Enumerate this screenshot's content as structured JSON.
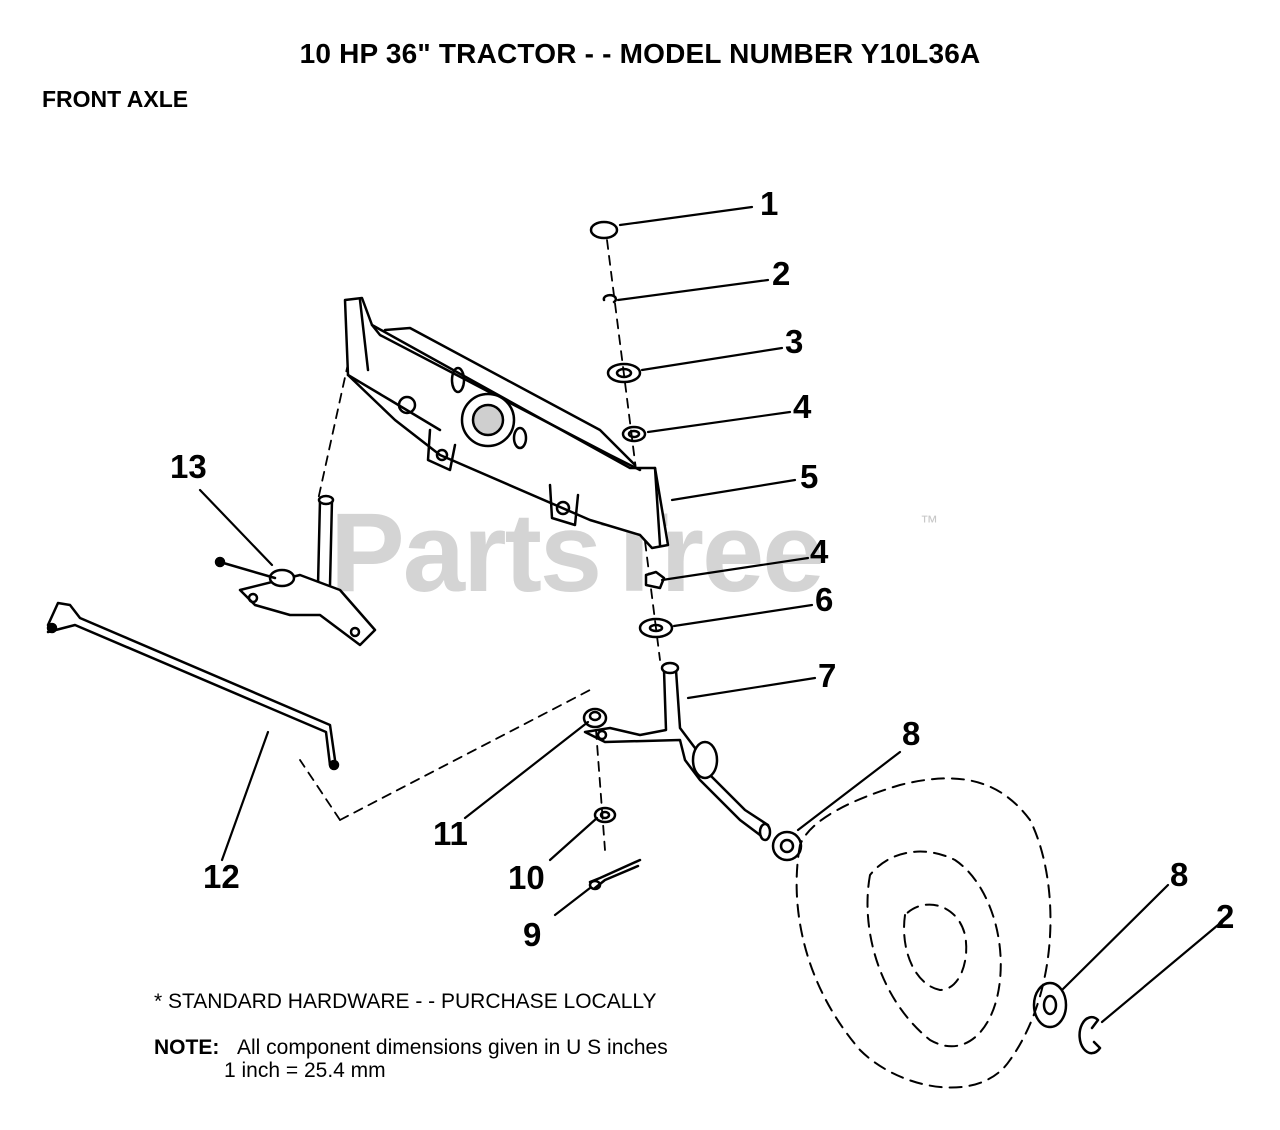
{
  "title": "10 HP 36\" TRACTOR - - MODEL NUMBER Y10L36A",
  "subtitle": "FRONT AXLE",
  "watermark": "PartsTree",
  "trademark": "™",
  "standard_hardware": "* STANDARD HARDWARE - - PURCHASE LOCALLY",
  "note": {
    "label": "NOTE:",
    "line1": "All component dimensions given in U S  inches",
    "line2": "1 inch = 25.4 mm"
  },
  "callouts": [
    {
      "id": "c1",
      "number": "1"
    },
    {
      "id": "c2a",
      "number": "2"
    },
    {
      "id": "c3",
      "number": "3"
    },
    {
      "id": "c4a",
      "number": "4"
    },
    {
      "id": "c5",
      "number": "5"
    },
    {
      "id": "c4b",
      "number": "4"
    },
    {
      "id": "c6",
      "number": "6"
    },
    {
      "id": "c7",
      "number": "7"
    },
    {
      "id": "c8a",
      "number": "8"
    },
    {
      "id": "c13",
      "number": "13"
    },
    {
      "id": "c11",
      "number": "11"
    },
    {
      "id": "c12",
      "number": "12"
    },
    {
      "id": "c10",
      "number": "10"
    },
    {
      "id": "c9",
      "number": "9"
    },
    {
      "id": "c8b",
      "number": "8"
    },
    {
      "id": "c2b",
      "number": "2"
    }
  ]
}
